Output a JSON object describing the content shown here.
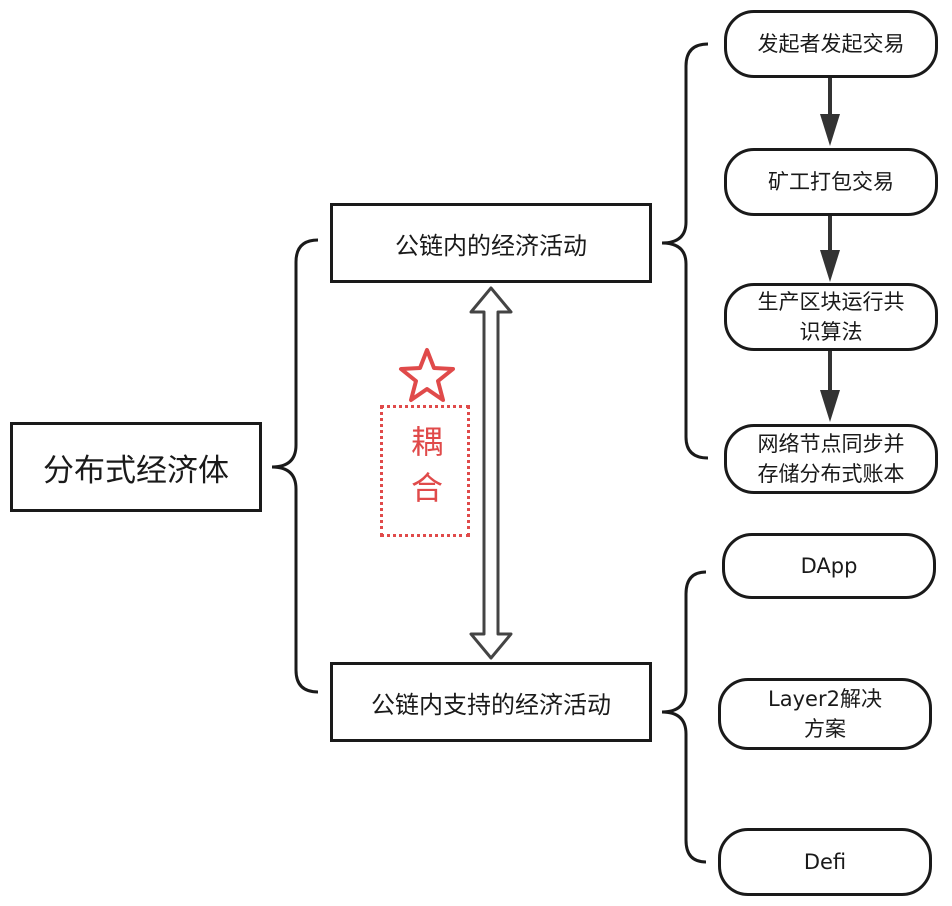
{
  "root": {
    "label": "分布式经济体"
  },
  "branches": [
    {
      "label": "公链内的经济活动",
      "steps": [
        {
          "label": "发起者发起交易"
        },
        {
          "label": "矿工打包交易"
        },
        {
          "label": "生产区块运行共\n识算法"
        },
        {
          "label": "网络节点同步并\n存储分布式账本"
        }
      ]
    },
    {
      "label": "公链内支持的经济活动",
      "items": [
        {
          "label": "DApp"
        },
        {
          "label": "Layer2解决\n方案"
        },
        {
          "label": "Defi"
        }
      ]
    }
  ],
  "coupling": {
    "label": "耦合",
    "icon": "star-outline-icon",
    "color": "#e04a4a"
  },
  "colors": {
    "stroke": "#1a1a1a",
    "accent": "#e04a4a",
    "background": "#ffffff"
  }
}
